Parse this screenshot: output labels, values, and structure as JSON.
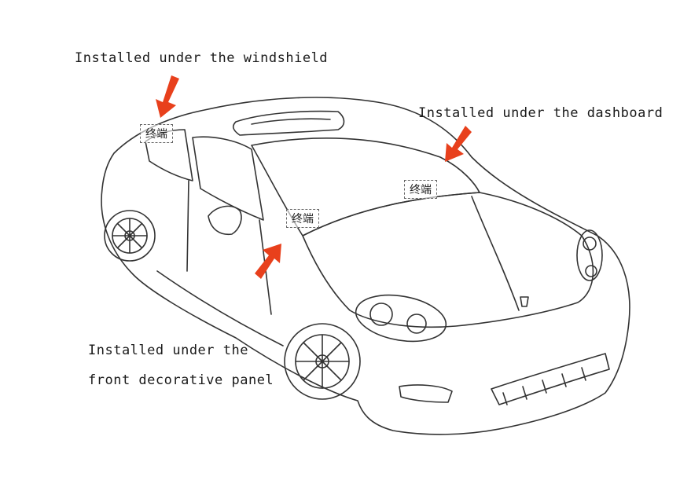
{
  "callouts": {
    "windshield": "Installed under the windshield",
    "dashboard": "Installed under the dashboard",
    "panel_line1": "Installed under the",
    "panel_line2": "front decorative panel"
  },
  "tags": {
    "windshield_tag": "终端",
    "dashboard_tag": "终端",
    "center_tag": "终端"
  },
  "colors": {
    "arrow": "#e8401c",
    "line": "#333333"
  }
}
